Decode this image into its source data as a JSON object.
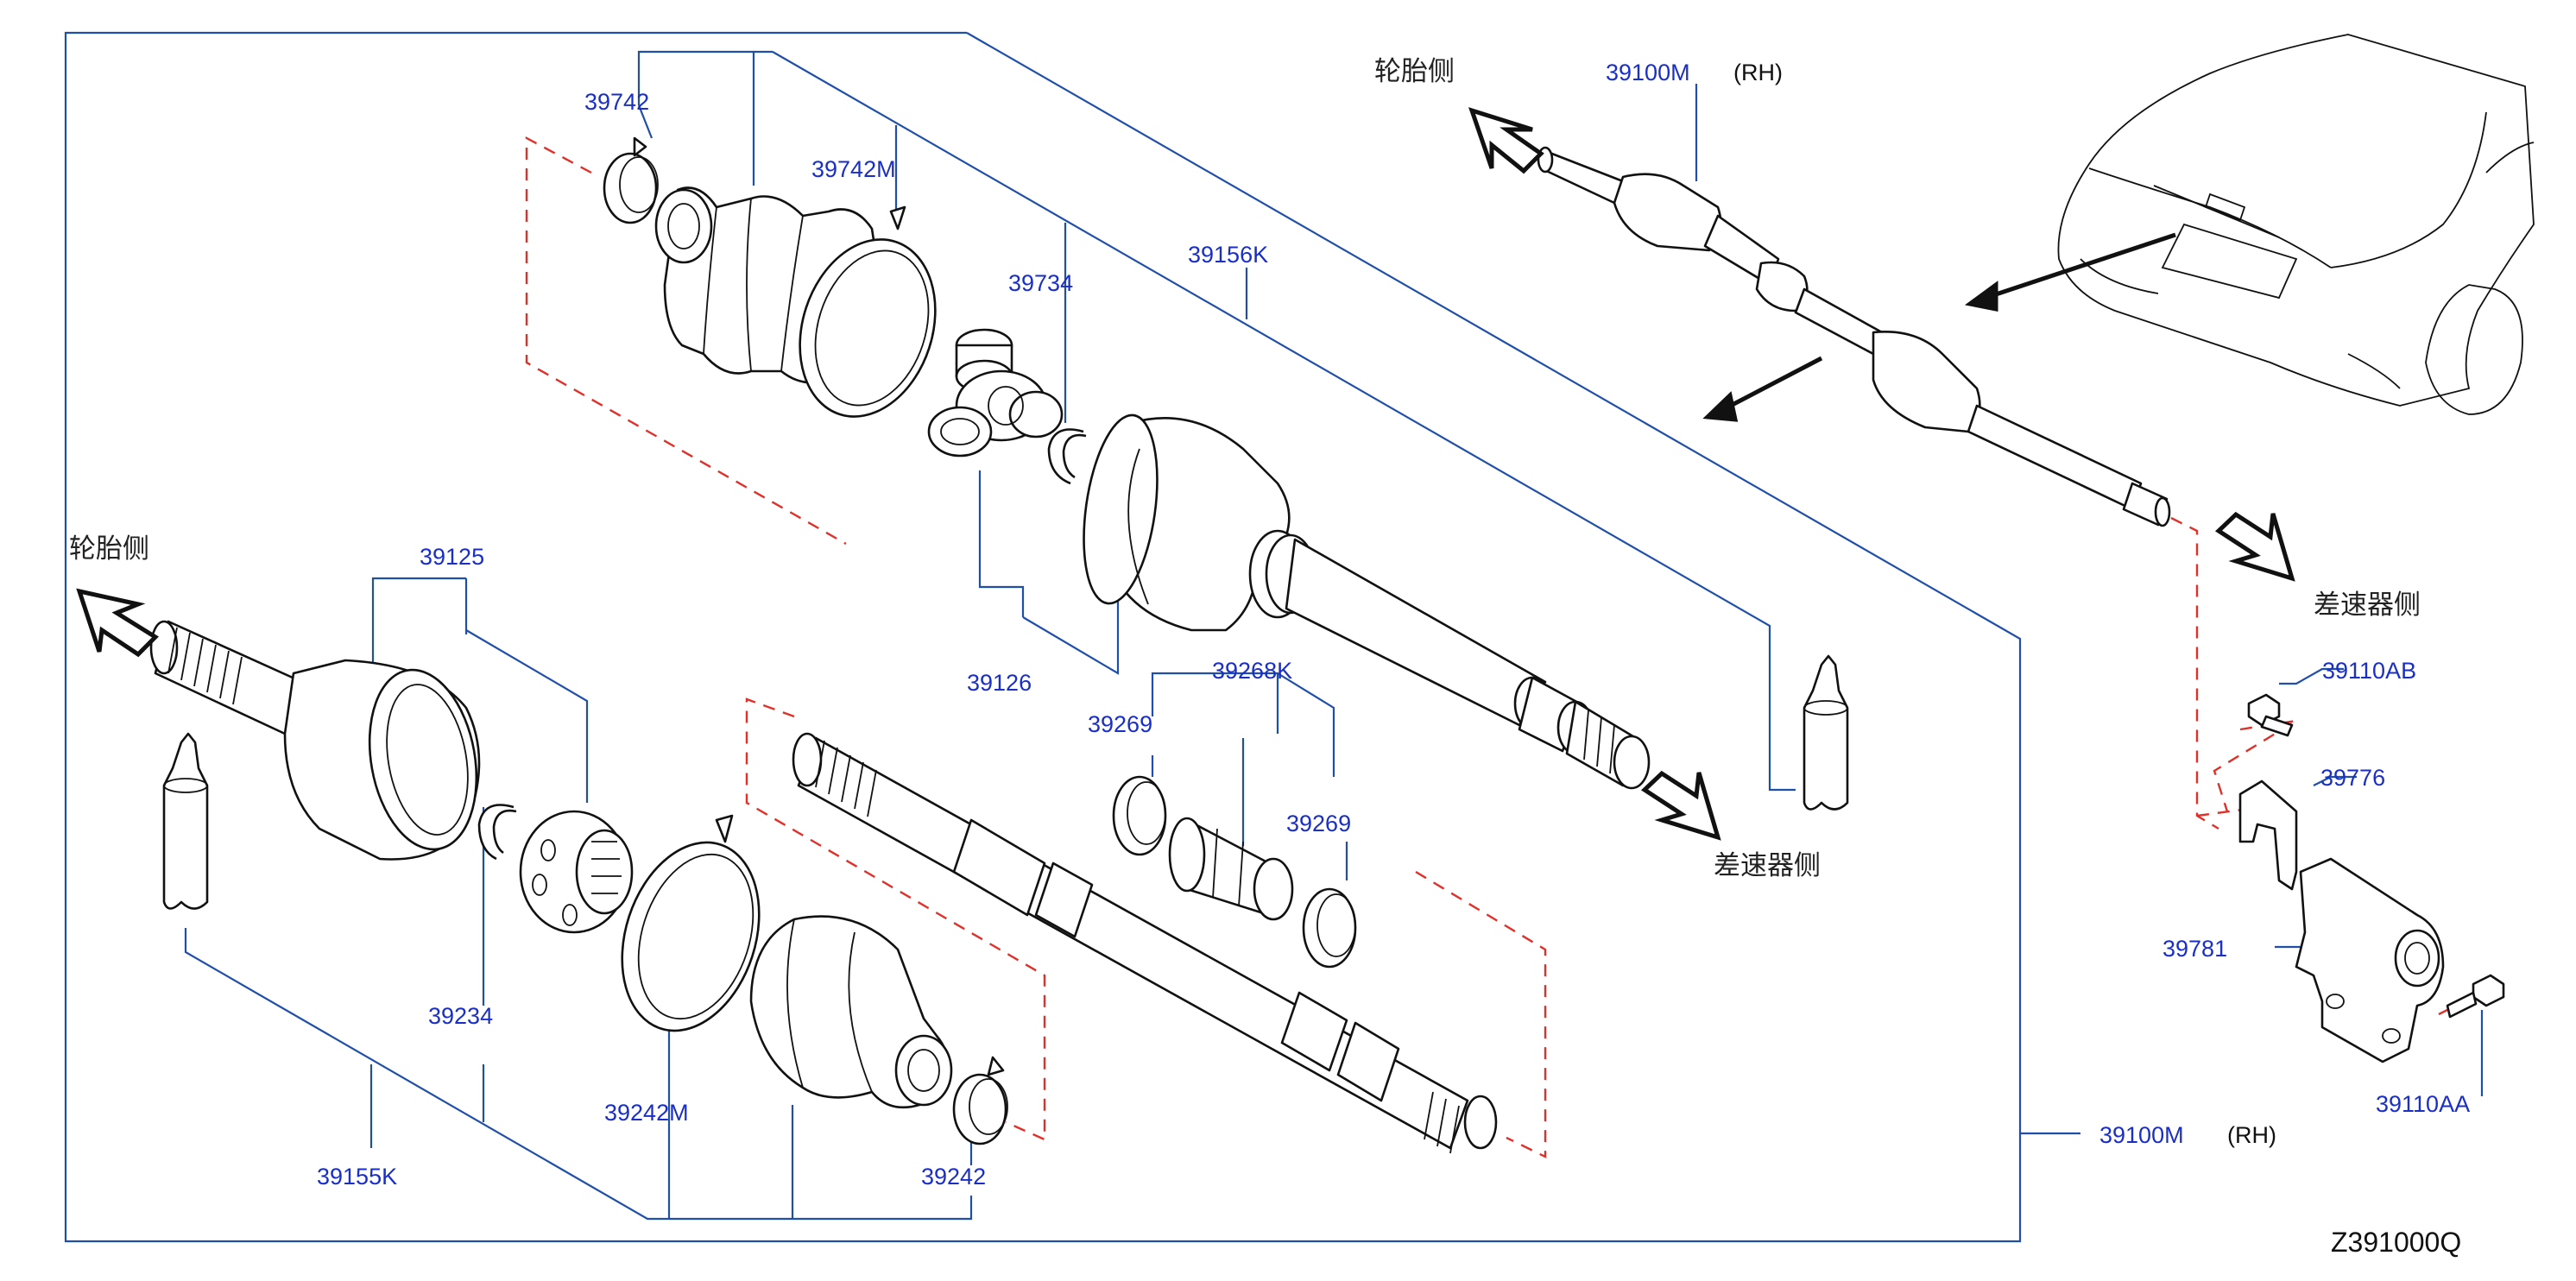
{
  "labels": {
    "p39742": "39742",
    "p39742M": "39742M",
    "p39734": "39734",
    "p39156K": "39156K",
    "p39100M_top": "39100M",
    "rh_top": "(RH)",
    "p39125": "39125",
    "p39126": "39126",
    "p39268K": "39268K",
    "p39269_a": "39269",
    "p39269_b": "39269",
    "p39234": "39234",
    "p39242M": "39242M",
    "p39242": "39242",
    "p39155K": "39155K",
    "p39100M_bottom": "39100M",
    "rh_bottom": "(RH)",
    "p39110AB": "39110AB",
    "p39776": "39776",
    "p39781": "39781",
    "p39110AA": "39110AA",
    "diagram_code": "Z391000Q"
  },
  "directions": {
    "tire_side_top": "轮胎侧",
    "tire_side_left": "轮胎侧",
    "diff_side_mid": "差速器侧",
    "diff_side_right": "差速器侧"
  },
  "colors": {
    "label_blue": "#1a2fc7",
    "leader_blue": "#1f4fa8",
    "phantom_red": "#e0302a"
  }
}
